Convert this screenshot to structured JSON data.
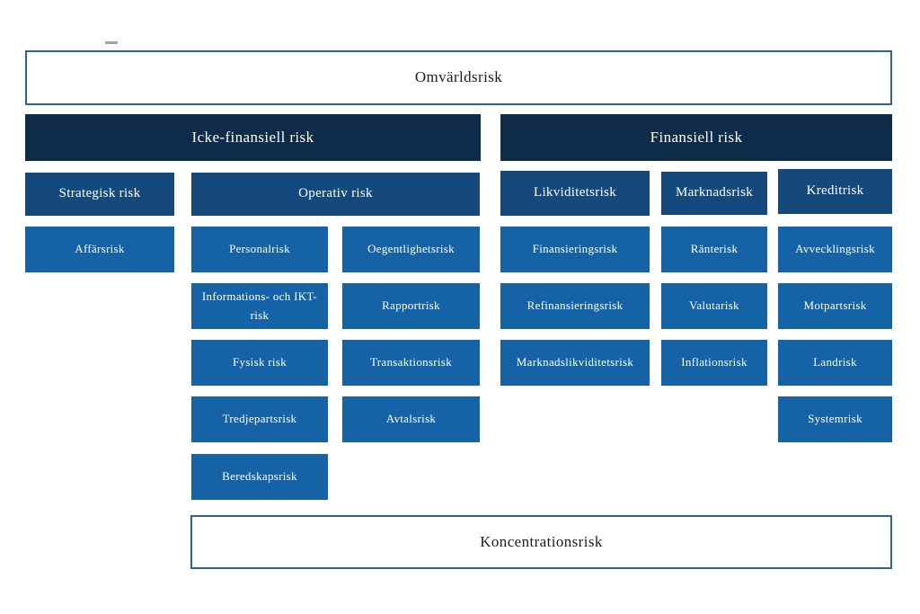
{
  "tree": {
    "root": "Omvärldsrisk",
    "non_financial": {
      "label": "Icke-finansiell risk",
      "strategic": {
        "label": "Strategisk risk",
        "children": [
          "Affärsrisk"
        ]
      },
      "operational": {
        "label": "Operativ risk",
        "col1": [
          "Personalrisk",
          "Informations- och IKT-risk",
          "Fysisk risk",
          "Tredjepartsrisk",
          "Beredskapsrisk"
        ],
        "col2": [
          "Oegentlighetsrisk",
          "Rapportrisk",
          "Transaktionsrisk",
          "Avtalsrisk"
        ]
      }
    },
    "financial": {
      "label": "Finansiell risk",
      "liquidity": {
        "label": "Likviditetsrisk",
        "children": [
          "Finansieringsrisk",
          "Refinansieringsrisk",
          "Marknadslikviditetsrisk"
        ]
      },
      "market": {
        "label": "Marknadsrisk",
        "children": [
          "Ränterisk",
          "Valutarisk",
          "Inflationsrisk"
        ]
      },
      "credit": {
        "label": "Kreditrisk",
        "children": [
          "Avvecklingsrisk",
          "Motpartsrisk",
          "Landrisk",
          "Systemrisk"
        ]
      }
    },
    "concentration": "Koncentrationsrisk"
  },
  "palette": {
    "outlined_box_border": "#2a6496",
    "top_level_bg": "#0e2b4a",
    "mid_level_bg": "#15497c",
    "leaf_level_bg": "#1563a6",
    "light_text": "#ffffff",
    "dark_text": "#1c1c1c"
  }
}
